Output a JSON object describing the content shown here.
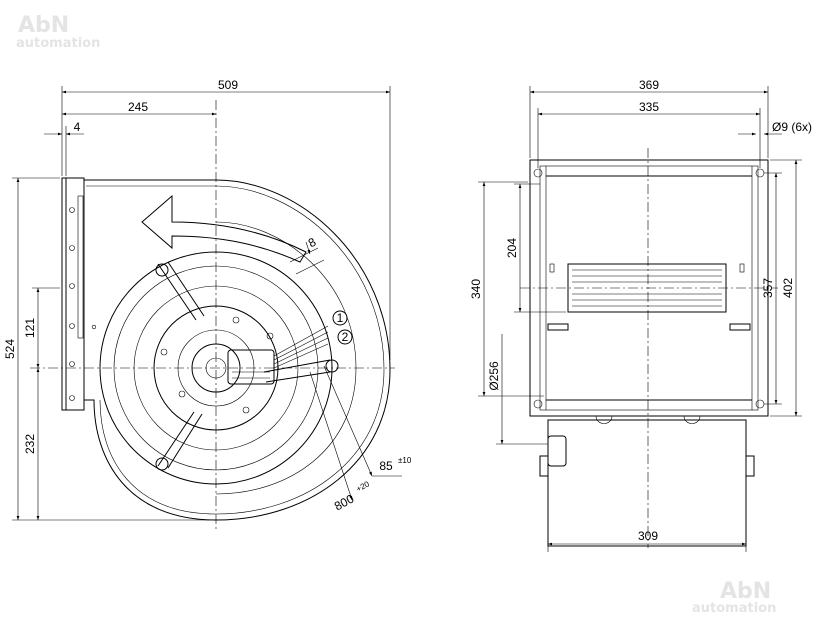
{
  "watermark": {
    "brand": "AbN",
    "tagline": "automation"
  },
  "callouts": {
    "one": "1",
    "two": "2"
  },
  "dimensions": {
    "front": {
      "overall_width": "509",
      "center_offset": "245",
      "flange_thickness": "4",
      "overall_height": "524",
      "upper_offset": "121",
      "lower_offset": "232",
      "cable_gap": "8",
      "cable_length_a": "85",
      "cable_length_a_tol": "±10",
      "cable_length_b": "800",
      "cable_length_b_tol": "+20"
    },
    "side": {
      "overall_width": "369",
      "hole_spacing": "335",
      "hole_spec": "Ø9 (6x)",
      "inlet_height": "204",
      "outlet_height": "340",
      "inlet_diameter": "Ø256",
      "hole_height": "357",
      "overall_height": "402",
      "base_width": "309"
    }
  },
  "colors": {
    "line": "#000000",
    "watermark": "#e4e4e4",
    "background": "#ffffff"
  }
}
